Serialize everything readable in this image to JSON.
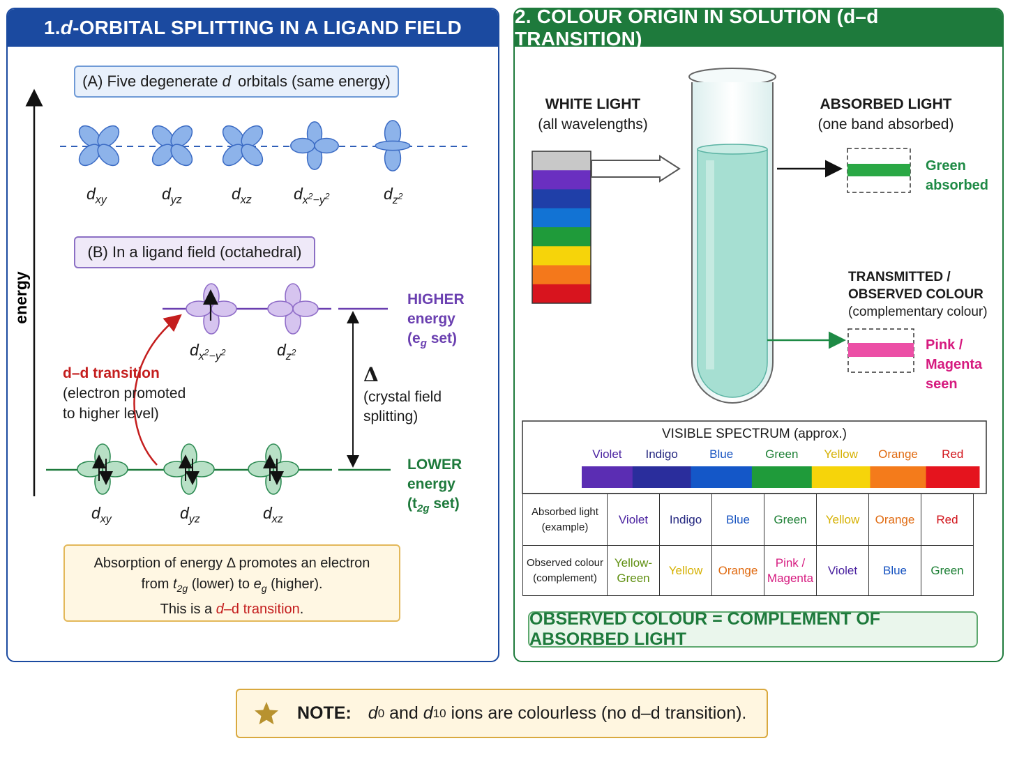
{
  "left_panel": {
    "title_prefix": "1. ",
    "title_italic": "d",
    "title_rest": "-ORBITAL SPLITTING IN A LIGAND FIELD",
    "energy_axis_label": "energy",
    "box_a": {
      "prefix": "(A) Five degenerate ",
      "italic": "d",
      "suffix": " orbitals (same energy)"
    },
    "degenerate_orbitals": [
      "d_xy",
      "d_yz",
      "d_xz",
      "d_x2-y2",
      "d_z2"
    ],
    "box_b": "(B) In a ligand field (octahedral)",
    "eg_orbitals": [
      "d_x2-y2",
      "d_z2"
    ],
    "t2g_orbitals": [
      "d_xy",
      "d_yz",
      "d_xz"
    ],
    "higher_label": [
      "HIGHER",
      "energy",
      "(e",
      "g",
      " set)"
    ],
    "lower_label": [
      "LOWER",
      "energy",
      "(t",
      "2g",
      " set)"
    ],
    "transition": {
      "title": "d–d transition",
      "line1": "(electron promoted",
      "line2": "to higher level)"
    },
    "delta": {
      "symbol": "Δ",
      "line1": "(crystal field",
      "line2": "splitting)"
    },
    "note": {
      "line1": "Absorption of energy Δ promotes an electron",
      "line2_a": "from ",
      "line2_t": "t",
      "line2_t_sub": "2g",
      "line2_b": " (lower) to ",
      "line2_e": "e",
      "line2_e_sub": "g",
      "line2_c": " (higher).",
      "line3_a": "This is a ",
      "line3_d": "d",
      "line3_b": "–d transition",
      "line3_c": "."
    }
  },
  "right_panel": {
    "title": "2. COLOUR ORIGIN IN SOLUTION (d–d TRANSITION)",
    "white_light": {
      "title": "WHITE LIGHT",
      "sub": "(all wavelengths)"
    },
    "white_light_bands": [
      "#c8c8c8",
      "#6a2fc0",
      "#1f3fa8",
      "#1273d4",
      "#1f9b3a",
      "#f6d40a",
      "#f4781b",
      "#d8141e"
    ],
    "absorbed": {
      "title": "ABSORBED LIGHT",
      "sub": "(one band absorbed)",
      "band_label": [
        "Green",
        "absorbed"
      ],
      "band_color": "#2aa845"
    },
    "transmitted": {
      "title1": "TRANSMITTED /",
      "title2": "OBSERVED COLOUR",
      "sub": "(complementary colour)",
      "band_label": [
        "Pink /",
        "Magenta",
        "seen"
      ],
      "band_color": "#ec4fa6"
    },
    "solution_color": "#a6dfd2",
    "spectrum": {
      "title": "VISIBLE SPECTRUM  (approx.)",
      "bands": [
        {
          "name": "Violet",
          "color": "#5b2db3",
          "text": "#4a22a0"
        },
        {
          "name": "Indigo",
          "color": "#2a2d9c",
          "text": "#23267f"
        },
        {
          "name": "Blue",
          "color": "#1457c8",
          "text": "#1552c0"
        },
        {
          "name": "Green",
          "color": "#1f9b3a",
          "text": "#1c7f34"
        },
        {
          "name": "Yellow",
          "color": "#f6d40a",
          "text": "#d5b000"
        },
        {
          "name": "Orange",
          "color": "#f47b1b",
          "text": "#e06a10"
        },
        {
          "name": "Red",
          "color": "#e5141e",
          "text": "#d11118"
        }
      ]
    },
    "table": {
      "row1_header": [
        "Absorbed light",
        "(example)"
      ],
      "row2_header": [
        "Observed colour",
        "(complement)"
      ],
      "absorbed": [
        {
          "lines": [
            "Violet"
          ],
          "color": "#4a22a0"
        },
        {
          "lines": [
            "Indigo"
          ],
          "color": "#23267f"
        },
        {
          "lines": [
            "Blue"
          ],
          "color": "#1552c0"
        },
        {
          "lines": [
            "Green"
          ],
          "color": "#1c7f34"
        },
        {
          "lines": [
            "Yellow"
          ],
          "color": "#d5b000"
        },
        {
          "lines": [
            "Orange"
          ],
          "color": "#e06a10"
        },
        {
          "lines": [
            "Red"
          ],
          "color": "#d11118"
        }
      ],
      "observed": [
        {
          "lines": [
            "Yellow-",
            "Green"
          ],
          "color": "#5f8f10"
        },
        {
          "lines": [
            "Yellow"
          ],
          "color": "#d5b000"
        },
        {
          "lines": [
            "Orange"
          ],
          "color": "#e06a10"
        },
        {
          "lines": [
            "Pink /",
            "Magenta"
          ],
          "color": "#d61a7f"
        },
        {
          "lines": [
            "Violet"
          ],
          "color": "#4a22a0"
        },
        {
          "lines": [
            "Blue"
          ],
          "color": "#1552c0"
        },
        {
          "lines": [
            "Green"
          ],
          "color": "#1c7f34"
        }
      ]
    },
    "result": "OBSERVED COLOUR = COMPLEMENT OF ABSORBED LIGHT"
  },
  "bottom_note": {
    "star_icon": "star-icon",
    "label": "NOTE:",
    "d0_base": "d",
    "d0_sup": "0",
    "and": " and ",
    "d10_base": "d",
    "d10_sup": "10",
    "rest": " ions are colourless (no d–d transition)."
  },
  "colors": {
    "left_accent": "#1b4aa0",
    "right_accent": "#1e7a3c",
    "eg_color": "#6a3fb0",
    "t2g_color": "#1e7a3c",
    "transition_red": "#c41e1e"
  }
}
